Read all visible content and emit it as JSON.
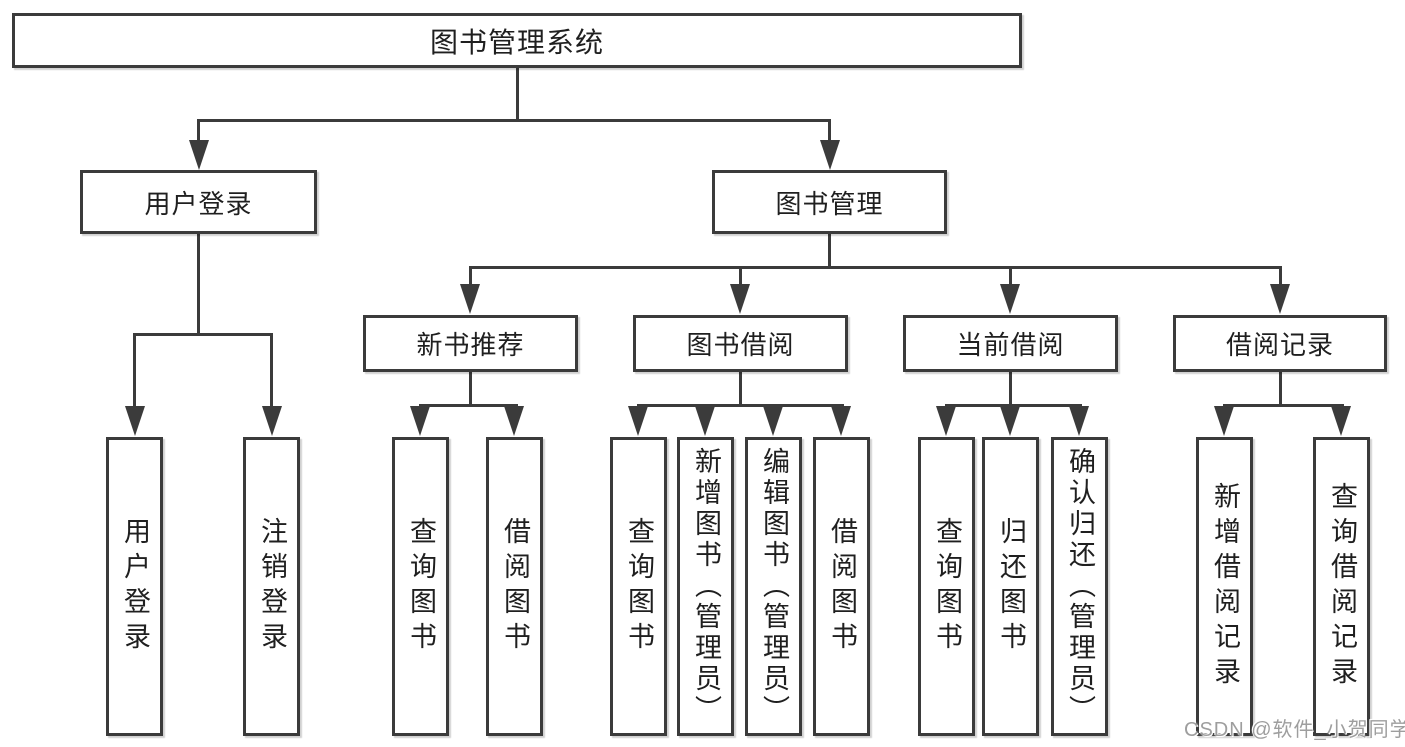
{
  "diagram": {
    "root": {
      "label": "图书管理系统"
    },
    "level1": [
      {
        "id": "user-login",
        "label": "用户登录"
      },
      {
        "id": "book-management",
        "label": "图书管理"
      }
    ],
    "level2": [
      {
        "id": "new-book-recommend",
        "label": "新书推荐"
      },
      {
        "id": "book-borrowing",
        "label": "图书借阅"
      },
      {
        "id": "current-borrowing",
        "label": "当前借阅"
      },
      {
        "id": "borrowing-records",
        "label": "借阅记录"
      }
    ],
    "leaves": {
      "user_login": [
        "用户登录",
        "注销登录"
      ],
      "new_book_recommend": [
        "查询图书",
        "借阅图书"
      ],
      "book_borrowing": [
        "查询图书",
        "新增图书（管理员）",
        "编辑图书（管理员）",
        "借阅图书"
      ],
      "current_borrowing": [
        "查询图书",
        "归还图书",
        "确认归还（管理员）"
      ],
      "borrowing_records": [
        "新增借阅记录",
        "查询借阅记录"
      ]
    },
    "watermark": "CSDN @软件_小贺同学",
    "colors": {
      "line": "#3b3b3b",
      "text": "#1f1f1f",
      "box_background": "#ffffff",
      "watermark": "#9e9e9e",
      "background": "#ffffff"
    }
  }
}
